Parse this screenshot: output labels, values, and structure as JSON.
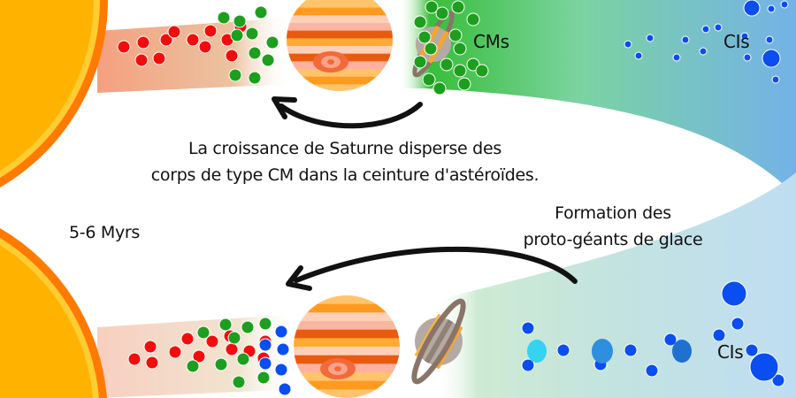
{
  "top_panel": {
    "label_cm": "CMs",
    "label_ci": "CIs",
    "caption_line1": "La croissance de Saturne disperse des",
    "caption_line2": "corps de type CM dans la ceinture d'astéroïdes."
  },
  "bottom_panel": {
    "time_label": "5-6 Myrs",
    "caption_line1": "Formation des",
    "caption_line2": "proto-géants de glace",
    "label_ci": "CIs"
  },
  "colors": {
    "sun": "#FFB300",
    "sun_rim": "#FF7A00",
    "red_body": "#F20D0D",
    "cm_body": "#1E9E1E",
    "ci_body": "#0A4DF0"
  }
}
